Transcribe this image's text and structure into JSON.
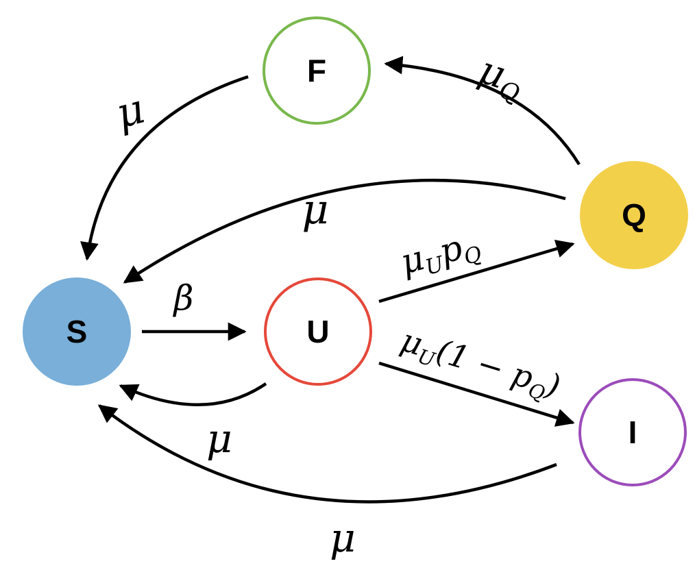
{
  "nodes": {
    "S": {
      "label": "S",
      "fill": "#79afd9",
      "stroke": "#79afd9"
    },
    "U": {
      "label": "U",
      "fill": "#ffffff",
      "stroke": "#e5483a"
    },
    "F": {
      "label": "F",
      "fill": "#ffffff",
      "stroke": "#79b84c"
    },
    "Q": {
      "label": "Q",
      "fill": "#f3d04a",
      "stroke": "#f3d04a"
    },
    "I": {
      "label": "I",
      "fill": "#ffffff",
      "stroke": "#9b4cba"
    }
  },
  "edges": {
    "s_to_u": {
      "label": "β"
    },
    "u_to_q": {
      "base": "μ",
      "sub1": "U",
      "mid": "p",
      "sub2": "Q"
    },
    "u_to_i": {
      "base": "μ",
      "sub1": "U",
      "mid": "(1 − p",
      "sub2": "Q",
      "tail": ")"
    },
    "q_to_f": {
      "base": "μ",
      "sub1": "Q"
    },
    "f_to_s": {
      "label": "μ"
    },
    "q_to_s": {
      "label": "μ"
    },
    "u_to_s": {
      "label": "μ"
    },
    "i_to_s": {
      "label": "μ"
    }
  }
}
